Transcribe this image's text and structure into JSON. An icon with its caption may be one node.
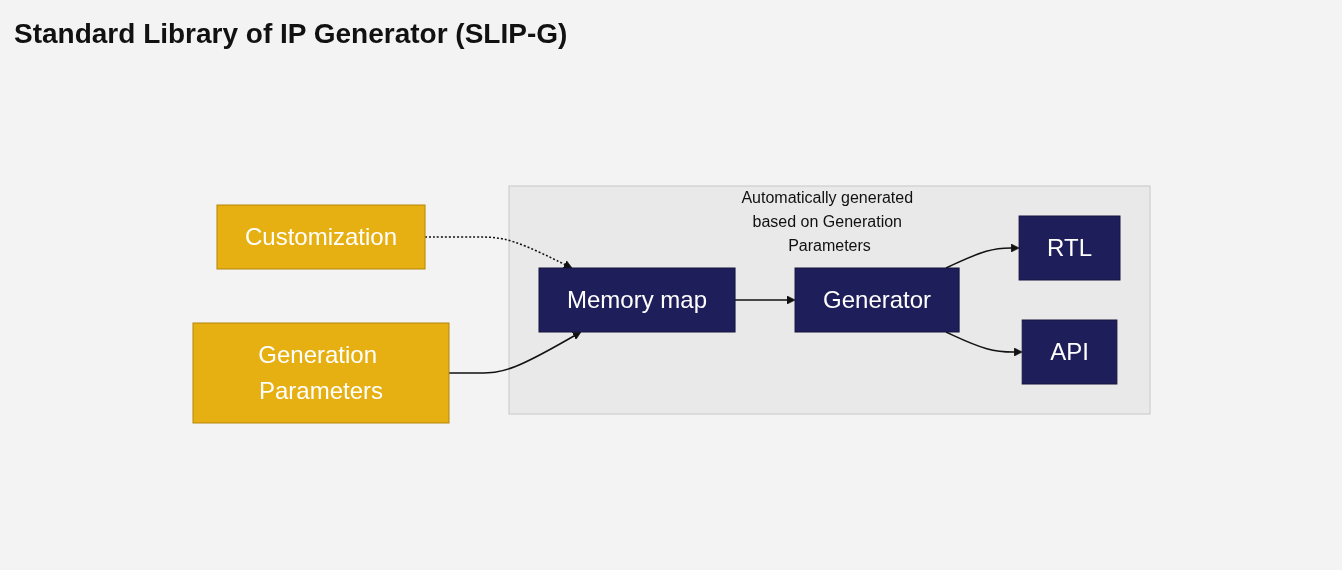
{
  "diagram": {
    "title": "Standard Library of IP Generator (SLIP-G)",
    "nodes": [
      {
        "text": [
          "Customization"
        ]
      },
      {
        "text": [
          "Automatically generated based on Generation Parameters"
        ]
      },
      {
        "text": [
          "Generation Parameters"
        ]
      },
      {
        "text": [
          "Memory map"
        ],
        "in": 1
      },
      {
        "text": [
          "Generator"
        ],
        "in": 1
      },
      {
        "text": [
          "RTL"
        ],
        "in": 1
      },
      {
        "text": [
          "API"
        ],
        "in": 1
      }
    ],
    "edges": [
      {
        "from": 0,
        "to": 3,
        "arrow": "to",
        "style": "dashed"
      },
      {
        "from": 2,
        "to": 3,
        "arrow": "to"
      },
      {
        "from": 3,
        "to": 4,
        "arrow": "to"
      },
      {
        "from": 4,
        "to": 5,
        "arrow": "to"
      },
      {
        "from": 4,
        "to": 6,
        "arrow": "to"
      }
    ]
  }
}
